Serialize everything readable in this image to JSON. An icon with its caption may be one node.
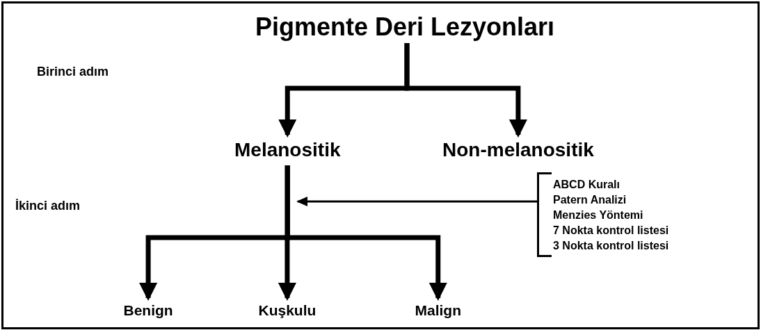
{
  "diagram": {
    "nodes": [
      {
        "text": [
          "Pigmente Deri Lezyonları"
        ]
      },
      {
        "text": [
          "Melanositik"
        ]
      },
      {
        "text": [
          "Non-melanositik"
        ]
      },
      {
        "text": [
          "Benign"
        ]
      },
      {
        "text": [
          "Kuşkulu"
        ]
      },
      {
        "text": [
          "Malign"
        ]
      },
      {
        "text": [
          "ABCD Kuralı",
          "Patern Analizi",
          "Menzies Yöntemi",
          "7 Nokta kontrol listesi",
          "3 Nokta kontrol listesi"
        ]
      }
    ],
    "edges": [
      {
        "from": 0,
        "to": 1,
        "arrow": "to"
      },
      {
        "from": 0,
        "to": 2,
        "arrow": "to"
      },
      {
        "from": 1,
        "to": 3,
        "arrow": "to"
      },
      {
        "from": 1,
        "to": 4,
        "arrow": "to"
      },
      {
        "from": 1,
        "to": 5,
        "arrow": "to"
      },
      {
        "from": 6,
        "to": null,
        "arrow": "to"
      }
    ],
    "labels": [
      "Birinci adım",
      "İkinci adım"
    ]
  }
}
